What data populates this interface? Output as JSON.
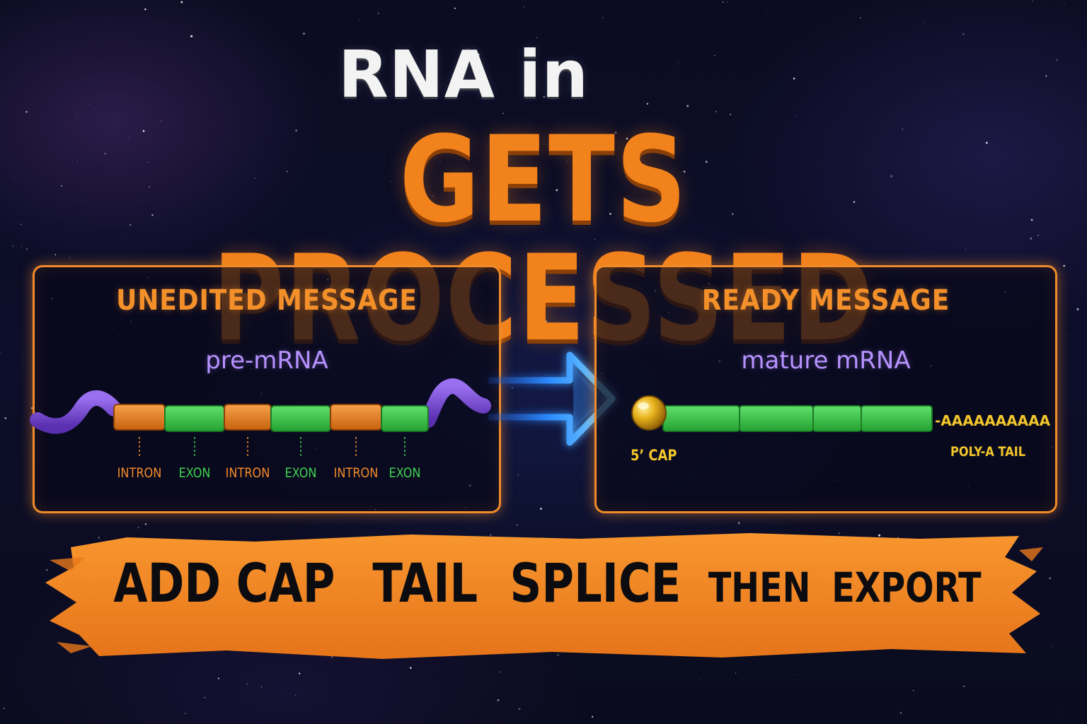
{
  "headline": {
    "line1": "RNA in",
    "line2": "GETS PROCESSED"
  },
  "left_panel": {
    "heading": "UNEDITED MESSAGE",
    "subtitle": "pre-mRNA",
    "segments": [
      {
        "type": "intron",
        "label": "INTRON"
      },
      {
        "type": "exon",
        "label": "EXON"
      },
      {
        "type": "intron",
        "label": "INTRON"
      },
      {
        "type": "exon",
        "label": "EXON"
      },
      {
        "type": "intron",
        "label": "INTRON"
      },
      {
        "type": "exon",
        "label": "EXON"
      }
    ]
  },
  "right_panel": {
    "heading": "READY MESSAGE",
    "subtitle": "mature mRNA",
    "cap_label": "5’ CAP",
    "polya_sequence": "-AAAAAAAAAA",
    "polya_label": "POLY-A TAIL"
  },
  "banner": {
    "word1": "ADD CAP",
    "word2": "TAIL",
    "word3": "SPLICE",
    "word4": "THEN",
    "word5": "EXPORT"
  },
  "colors": {
    "accent_orange": "#f2821c",
    "exon_green": "#3fcf50",
    "intron_orange": "#f08a2a",
    "utr_purple": "#7a4bd6",
    "cap_gold": "#f2c62a",
    "arrow_blue": "#3aa8ff",
    "subtitle_violet": "#b692ff"
  }
}
